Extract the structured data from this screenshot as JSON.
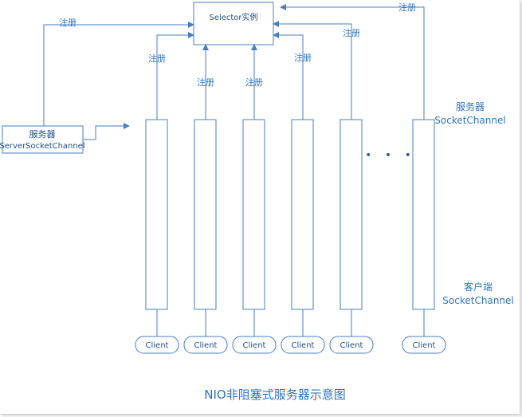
{
  "selector": {
    "label": "Selector实例"
  },
  "server_channel": {
    "line1": "服务器",
    "line2": "ServerSocketChannel"
  },
  "register_label": "注册",
  "ellipsis": "• • •",
  "side_labels": {
    "server_line1": "服务器",
    "server_line2": "SocketChannel",
    "client_line1": "客户端",
    "client_line2": "SocketChannel"
  },
  "clients": [
    "Client",
    "Client",
    "Client",
    "Client",
    "Client",
    "Client"
  ],
  "caption": "NIO非阻塞式服务器示意图",
  "colors": {
    "stroke": "#4a7ebb",
    "text": "#2e74c0"
  }
}
